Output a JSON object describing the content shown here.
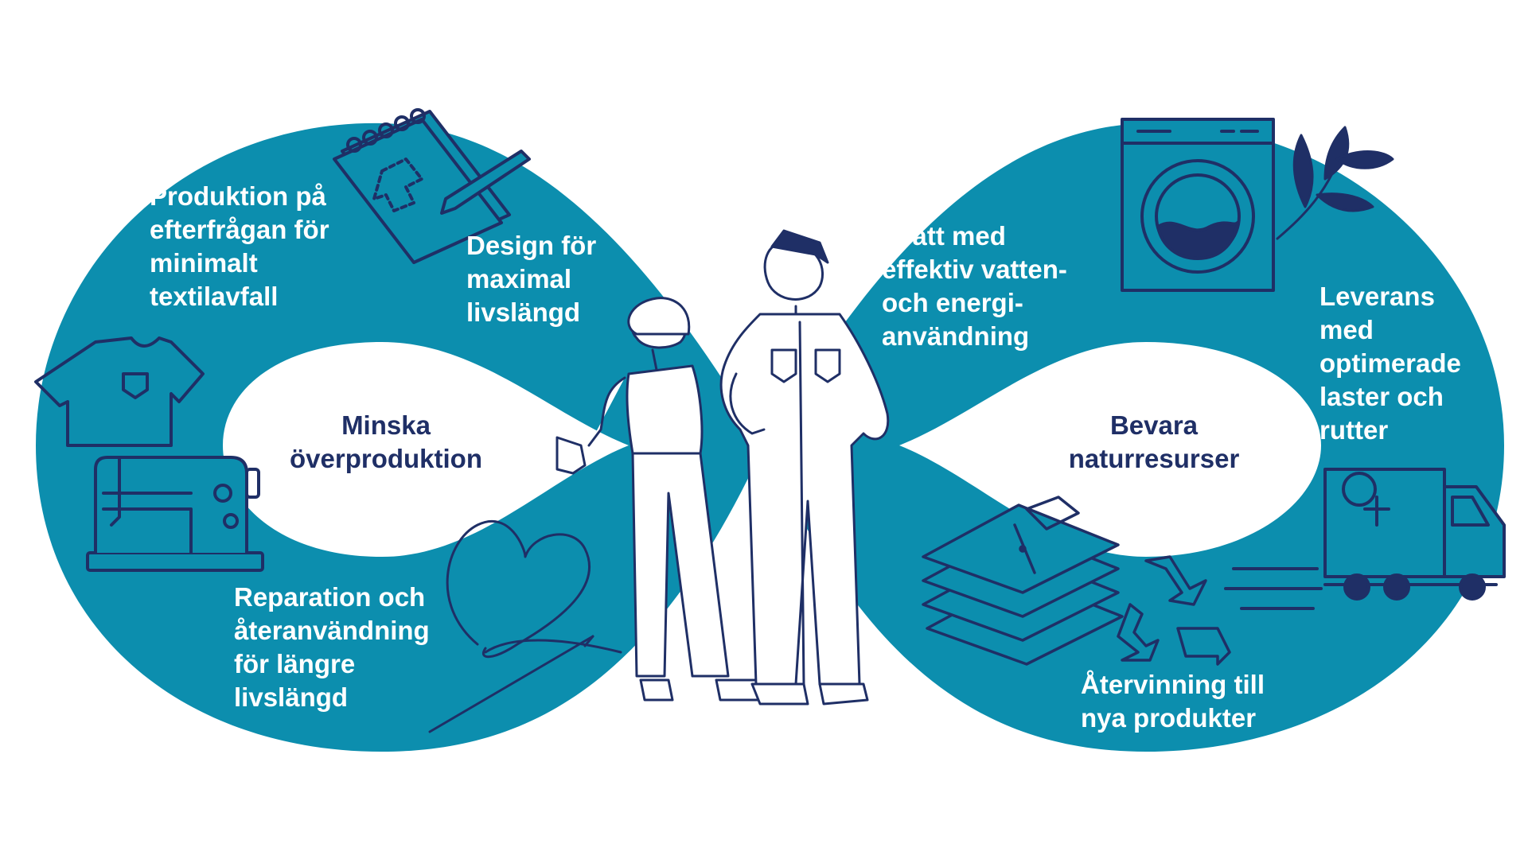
{
  "colors": {
    "loop": "#0c8eae",
    "outline": "#1f2f66",
    "label_text": "#ffffff",
    "center_text": "#1f2f66"
  },
  "labels": {
    "produktion": "Produktion  på\nefterfrågan för\nminimalt\ntextilavfall",
    "design": "Design för\nmaximal\nlivslängd",
    "reparation": "Reparation och\nåteranvändning\nför längre\nlivslängd",
    "tvatt": "Tvätt med\neffektiv vatten-\noch energi-\nanvändning",
    "leverans": "Leverans\nmed\noptimerade\nlaster och\nrutter",
    "atervinning": "Återvinning till\nnya produkter"
  },
  "centers": {
    "left": "Minska\növerproduktion",
    "right": "Bevara\nnaturresurser"
  },
  "icons": [
    "notepad-pencil-icon",
    "tshirt-icon",
    "sewing-machine-icon",
    "heart-thread-needle-icon",
    "washing-machine-icon",
    "leaf-branch-icon",
    "delivery-truck-icon",
    "folded-shirts-icon",
    "recycle-icon",
    "people-illustration"
  ]
}
